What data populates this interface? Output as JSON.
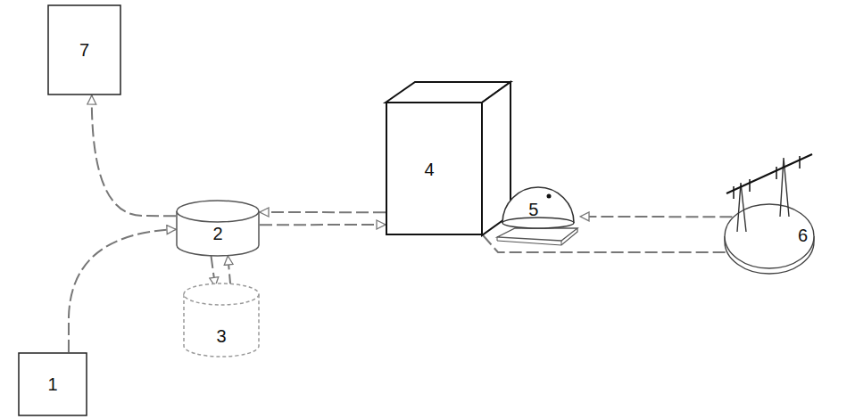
{
  "diagram": {
    "nodes": [
      {
        "text": [
          "1"
        ]
      },
      {
        "text": [
          "2"
        ]
      },
      {
        "text": [
          "3"
        ]
      },
      {
        "text": [
          "4"
        ]
      },
      {
        "text": [
          "5"
        ]
      },
      {
        "text": [
          "6"
        ]
      },
      {
        "text": [
          "7"
        ]
      }
    ],
    "edges": [
      {
        "from": 0,
        "to": 1,
        "arrow": "to"
      },
      {
        "from": 1,
        "to": 6,
        "arrow": "to"
      },
      {
        "from": 1,
        "to": 2,
        "arrow": "to"
      },
      {
        "from": 2,
        "to": 1,
        "arrow": "to"
      },
      {
        "from": 3,
        "to": 1,
        "arrow": "to"
      },
      {
        "from": 1,
        "to": 3,
        "arrow": "to"
      },
      {
        "from": 4,
        "to": 3,
        "arrow": "to"
      },
      {
        "from": 5,
        "to": 4,
        "arrow": "to"
      },
      {
        "from": 3,
        "to": 5,
        "arrow": "to"
      }
    ]
  }
}
